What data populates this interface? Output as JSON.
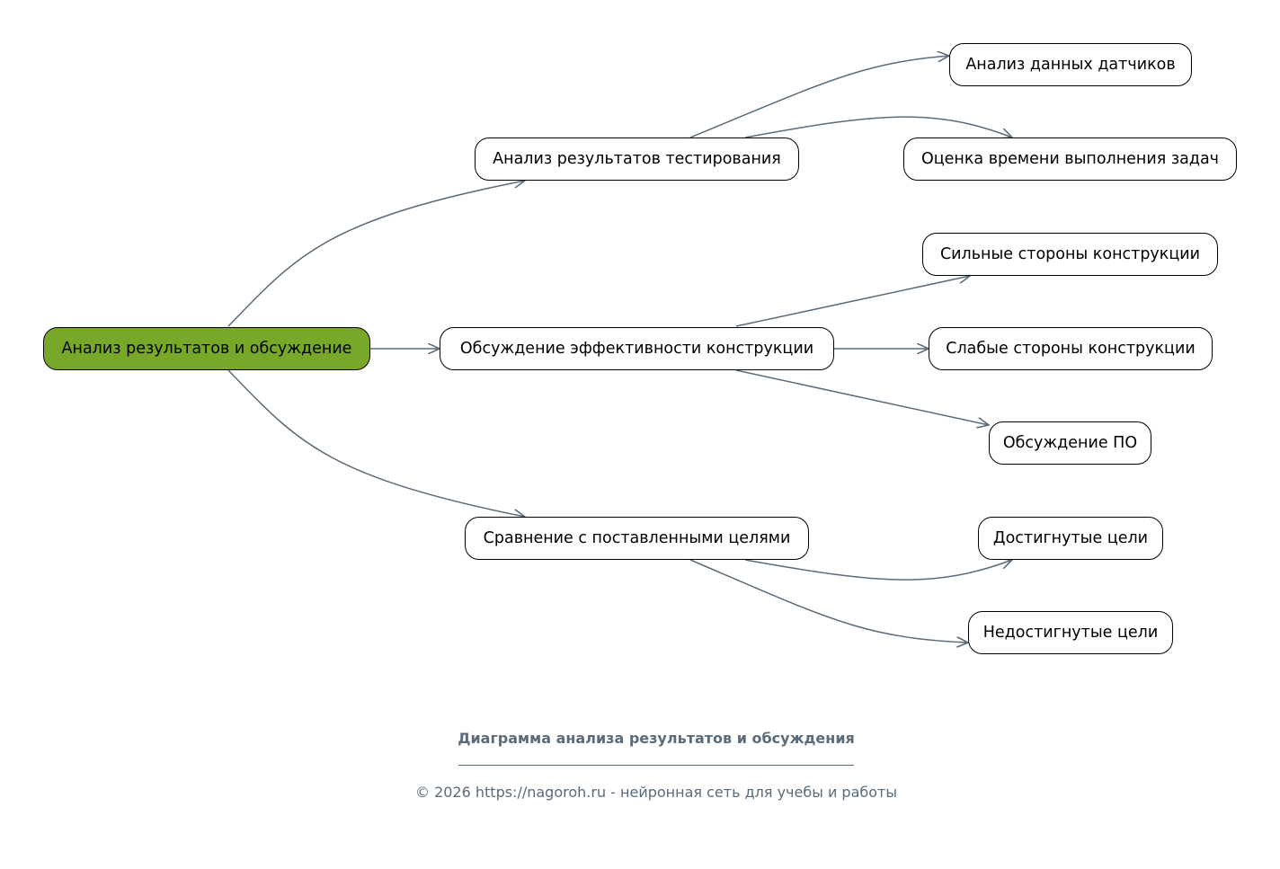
{
  "diagram": {
    "root": "Анализ результатов и обсуждение",
    "branches": [
      {
        "label": "Анализ результатов тестирования",
        "children": [
          "Анализ данных датчиков",
          "Оценка времени выполнения задач"
        ]
      },
      {
        "label": "Обсуждение эффективности конструкции",
        "children": [
          "Сильные стороны конструкции",
          "Слабые стороны конструкции",
          "Обсуждение ПО"
        ]
      },
      {
        "label": "Сравнение с поставленными целями",
        "children": [
          "Достигнутые цели",
          "Недостигнутые цели"
        ]
      }
    ]
  },
  "caption": {
    "title": "Диаграмма анализа результатов и обсуждения",
    "footer": "© 2026 https://nagoroh.ru - нейронная сеть для учебы и работы"
  },
  "colors": {
    "root_fill": "#78a82a",
    "node_fill": "#ffffff",
    "node_border": "#000000",
    "edge": "#5a6b7b",
    "caption": "#5a6b7b"
  }
}
